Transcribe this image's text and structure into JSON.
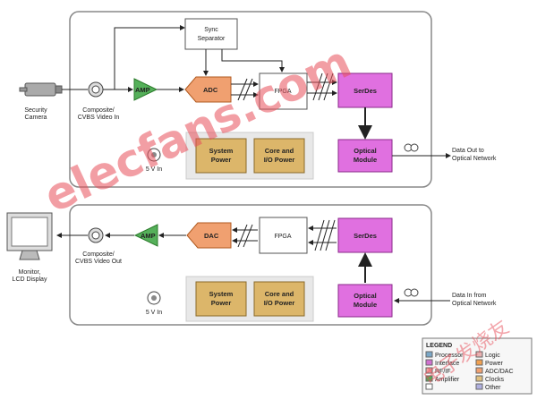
{
  "top": {
    "camera_label": [
      "Security",
      "Camera"
    ],
    "input_label": [
      "Composite/",
      "CVBS Video In"
    ],
    "amp": "AMP",
    "adc": "ADC",
    "sync": [
      "Sync",
      "Separator"
    ],
    "fpga": "FPGA",
    "serdes": "SerDes",
    "optical": [
      "Optical",
      "Module"
    ],
    "system_power": [
      "System",
      "Power"
    ],
    "core_power": [
      "Core and",
      "I/O Power"
    ],
    "five_v": "5 V In",
    "data_out": [
      "Data Out to",
      "Optical Network"
    ]
  },
  "bottom": {
    "monitor_label": [
      "Monitor,",
      "LCD Display"
    ],
    "output_label": [
      "Composite/",
      "CVBS Video Out"
    ],
    "amp": "AMP",
    "dac": "DAC",
    "fpga": "FPGA",
    "serdes": "SerDes",
    "optical": [
      "Optical",
      "Module"
    ],
    "system_power": [
      "System",
      "Power"
    ],
    "core_power": [
      "Core and",
      "I/O Power"
    ],
    "five_v": "5 V In",
    "data_in": [
      "Data In from",
      "Optical Network"
    ]
  },
  "legend": {
    "title": "LEGEND",
    "items": [
      {
        "label": "Processor",
        "color": "#7aa7c7"
      },
      {
        "label": "Logic",
        "color": "#e8b0b0"
      },
      {
        "label": "Interface",
        "color": "#d070d0"
      },
      {
        "label": "Power",
        "color": "#f0a050"
      },
      {
        "label": "RF/IF",
        "color": "#f2a0a0"
      },
      {
        "label": "ADC/DAC",
        "color": "#f0a070"
      },
      {
        "label": "Amplifier",
        "color": "#55aa55"
      },
      {
        "label": "Clocks",
        "color": "#e0c080"
      },
      {
        "label": "",
        "color": "#ffffff"
      },
      {
        "label": "Other",
        "color": "#b0b0e0"
      }
    ]
  },
  "watermarks": {
    "main": "elecfans.com",
    "cn": "电子发烧友"
  },
  "colors": {
    "amp": "#55b05a",
    "adc": "#f0a070",
    "serdes": "#e070e0",
    "power": "#dcb66a",
    "line": "#222222"
  }
}
